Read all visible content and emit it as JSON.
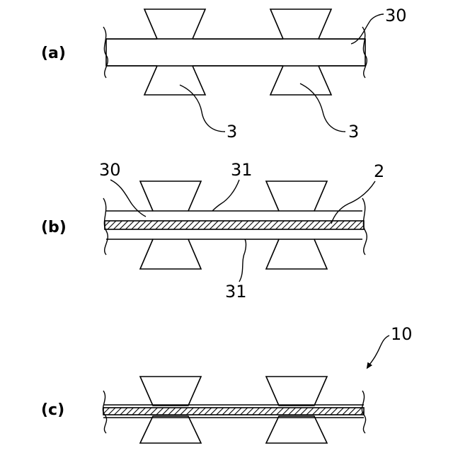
{
  "panels": [
    {
      "label": "(a)"
    },
    {
      "label": "(b)"
    },
    {
      "label": "(c)"
    }
  ],
  "references": {
    "a_30": "30",
    "a_3_left": "3",
    "a_3_right": "3",
    "b_30": "30",
    "b_31_top": "31",
    "b_2": "2",
    "b_31_bottom": "31",
    "c_10": "10"
  }
}
